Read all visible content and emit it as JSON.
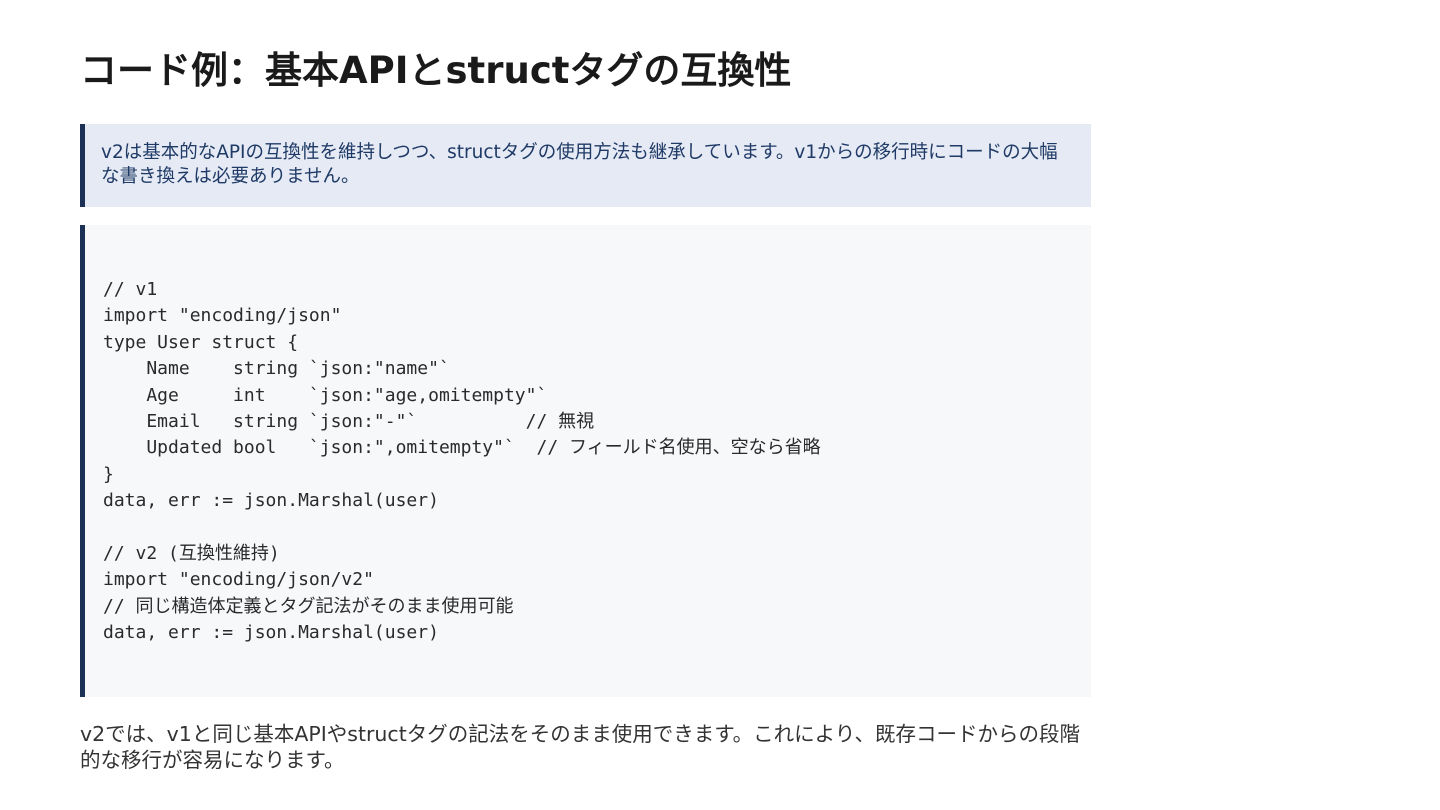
{
  "page": {
    "title": "コード例：基本APIとstructタグの互換性",
    "callout": "v2は基本的なAPIの互換性を維持しつつ、structタグの使用方法も継承しています。v1からの移行時にコードの大幅な書き換えは必要ありません。",
    "code_lines": [
      "// v1",
      "import \"encoding/json\"",
      "type User struct {",
      "    Name    string `json:\"name\"`",
      "    Age     int    `json:\"age,omitempty\"`",
      "    Email   string `json:\"-\"`          // 無視",
      "    Updated bool   `json:\",omitempty\"`  // フィールド名使用、空なら省略",
      "}",
      "data, err := json.Marshal(user)",
      "",
      "// v2 (互換性維持)",
      "import \"encoding/json/v2\"",
      "// 同じ構造体定義とタグ記法がそのまま使用可能",
      "data, err := json.Marshal(user)"
    ],
    "body_text": "v2では、v1と同じ基本APIやstructタグの記法をそのまま使用できます。これにより、既存コードからの段階的な移行が容易になります。"
  },
  "colors": {
    "accent_bar": "#1c2f55",
    "callout_bg": "#e5eaf4",
    "callout_text": "#1f3a66",
    "code_bg": "#f7f8fa"
  }
}
